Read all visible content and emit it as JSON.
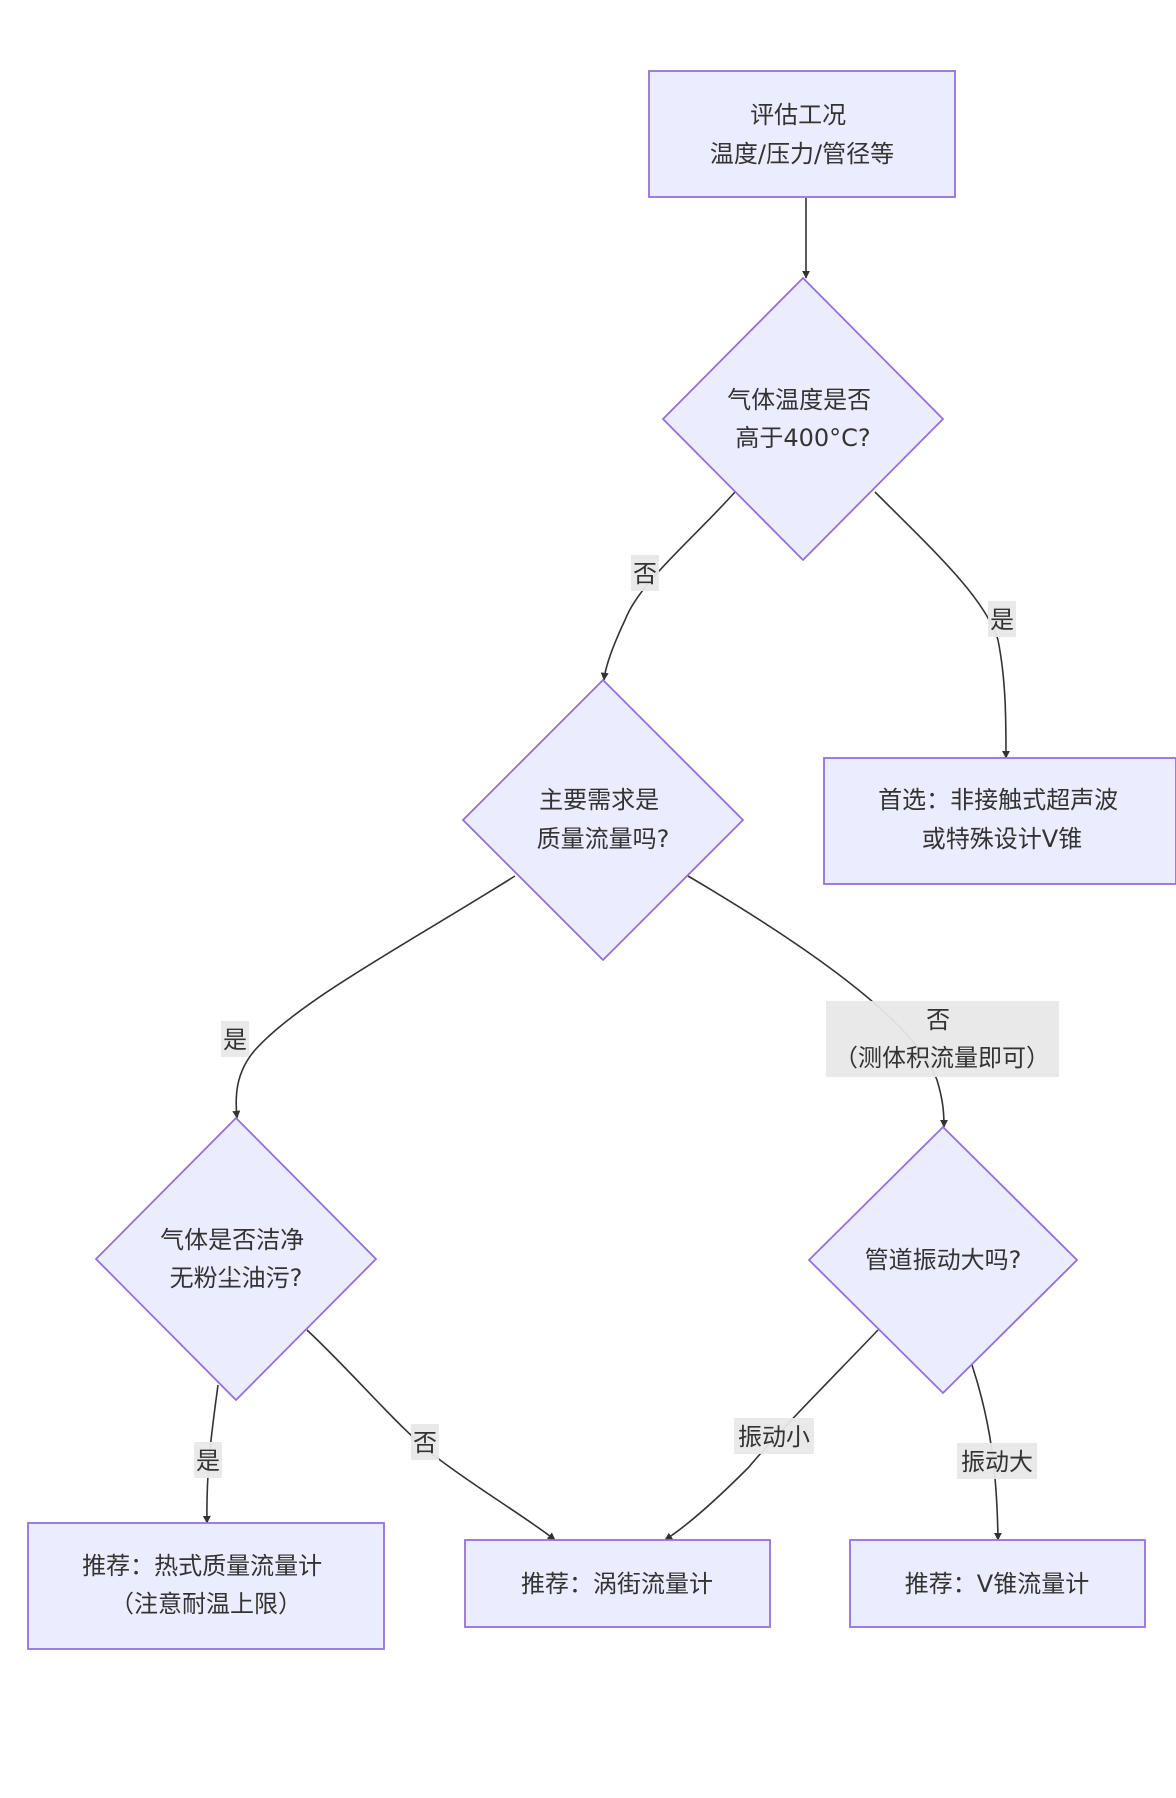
{
  "diagram": {
    "nodes": {
      "assess": {
        "lines": [
          "评估工况",
          "温度/压力/管径等"
        ]
      },
      "temp_check": {
        "lines": [
          "气体温度是否",
          "高于400°C?"
        ]
      },
      "high_temp_choice": {
        "lines": [
          "首选：非接触式超声波",
          "或特殊设计V锥"
        ]
      },
      "mass_check": {
        "lines": [
          "主要需求是",
          "质量流量吗?"
        ]
      },
      "clean_check": {
        "lines": [
          "气体是否洁净",
          "无粉尘油污?"
        ]
      },
      "vibration_check": {
        "lines": [
          "管道振动大吗?"
        ]
      },
      "thermal_rec": {
        "lines": [
          "推荐：热式质量流量计",
          "（注意耐温上限）"
        ]
      },
      "vortex_rec": {
        "lines": [
          "推荐：涡街流量计"
        ]
      },
      "vcone_rec": {
        "lines": [
          "推荐：V锥流量计"
        ]
      }
    },
    "edges": {
      "temp_no": {
        "lines": [
          "否"
        ]
      },
      "temp_yes": {
        "lines": [
          "是"
        ]
      },
      "mass_yes": {
        "lines": [
          "是"
        ]
      },
      "mass_no": {
        "lines": [
          "否",
          "（测体积流量即可）"
        ]
      },
      "clean_yes": {
        "lines": [
          "是"
        ]
      },
      "clean_no": {
        "lines": [
          "否"
        ]
      },
      "vib_small": {
        "lines": [
          "振动小"
        ]
      },
      "vib_large": {
        "lines": [
          "振动大"
        ]
      }
    }
  },
  "colors": {
    "node_fill": "#ececff",
    "node_stroke": "#9370db",
    "edge": "#333333",
    "label_bg": "#e8e8e8",
    "text": "#333333"
  }
}
